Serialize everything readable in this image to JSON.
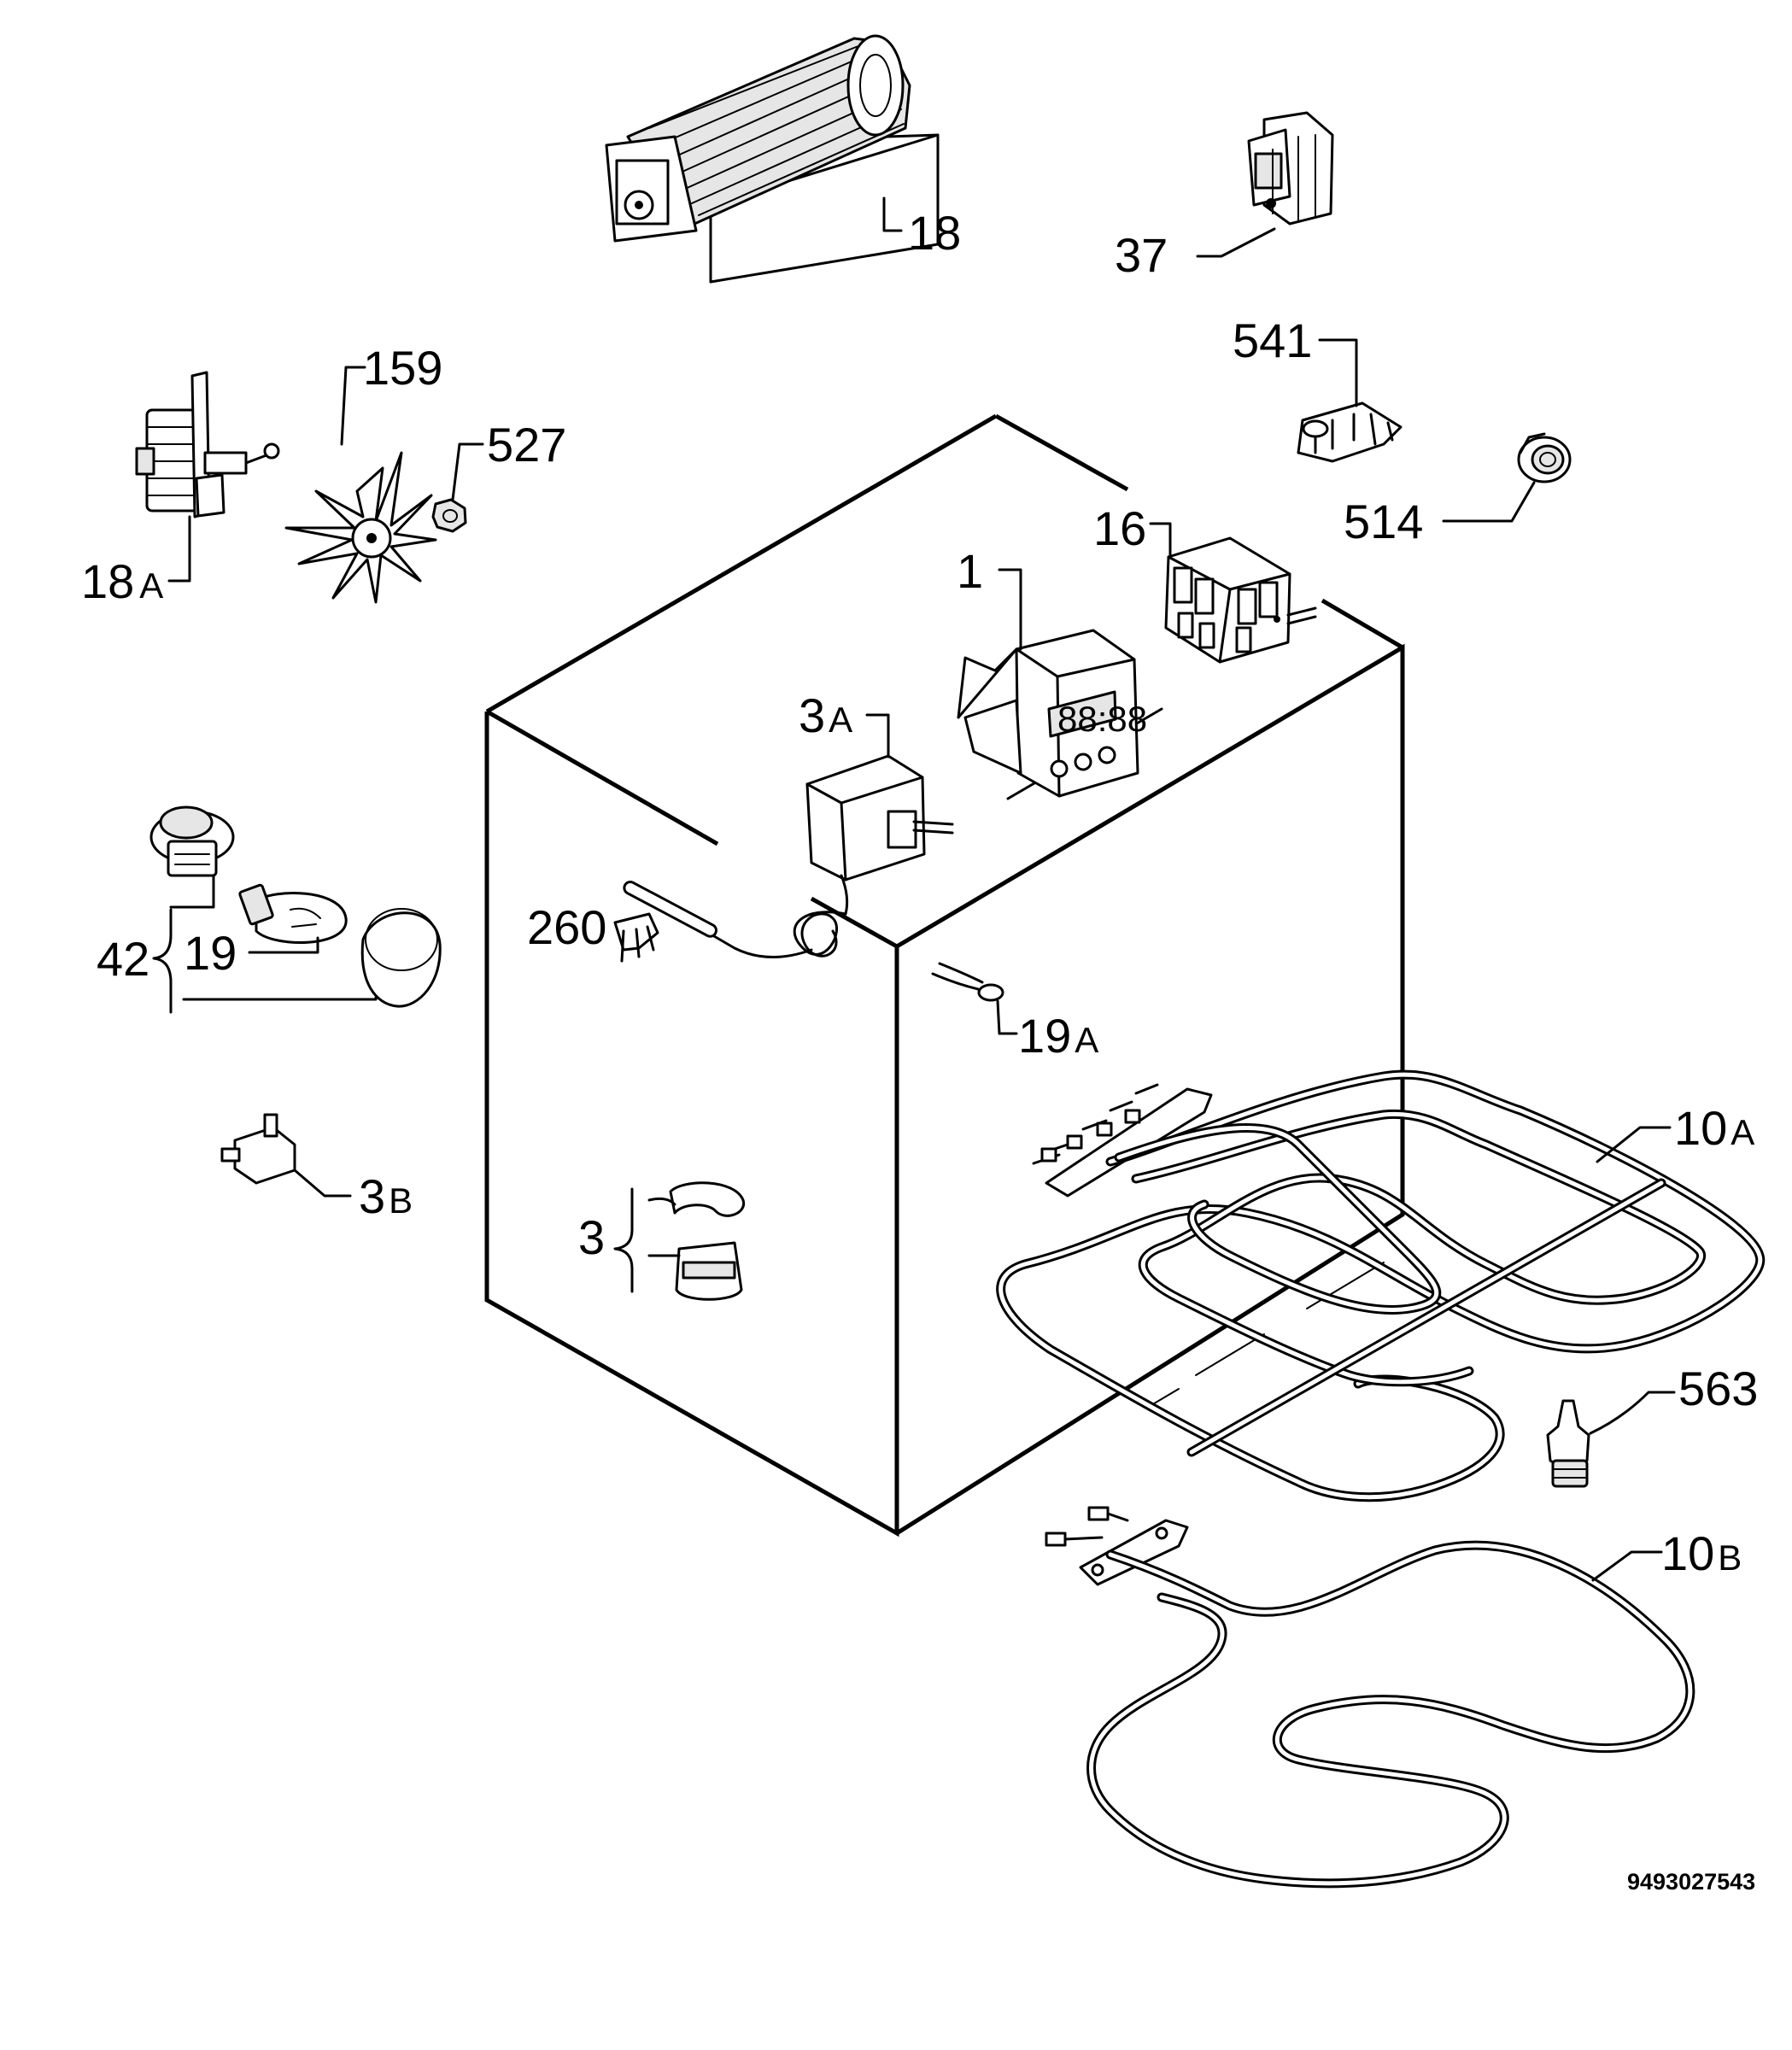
{
  "document_id": "9493027543",
  "parts": [
    {
      "id": "p18",
      "label": "18"
    },
    {
      "id": "p37",
      "label": "37"
    },
    {
      "id": "p541",
      "label": "541"
    },
    {
      "id": "p514",
      "label": "514"
    },
    {
      "id": "p159",
      "label": "159"
    },
    {
      "id": "p527",
      "label": "527"
    },
    {
      "id": "p18a",
      "label": "18",
      "suffix": "A"
    },
    {
      "id": "p16",
      "label": "16"
    },
    {
      "id": "p1",
      "label": "1"
    },
    {
      "id": "p3a",
      "label": "3",
      "suffix": "A"
    },
    {
      "id": "p42",
      "label": "42"
    },
    {
      "id": "p19",
      "label": "19"
    },
    {
      "id": "p260",
      "label": "260"
    },
    {
      "id": "p19a",
      "label": "19",
      "suffix": "A"
    },
    {
      "id": "p10a",
      "label": "10",
      "suffix": "A"
    },
    {
      "id": "p3b",
      "label": "3",
      "suffix": "B"
    },
    {
      "id": "p3",
      "label": "3"
    },
    {
      "id": "p563",
      "label": "563"
    },
    {
      "id": "p10b",
      "label": "10",
      "suffix": "B"
    }
  ]
}
